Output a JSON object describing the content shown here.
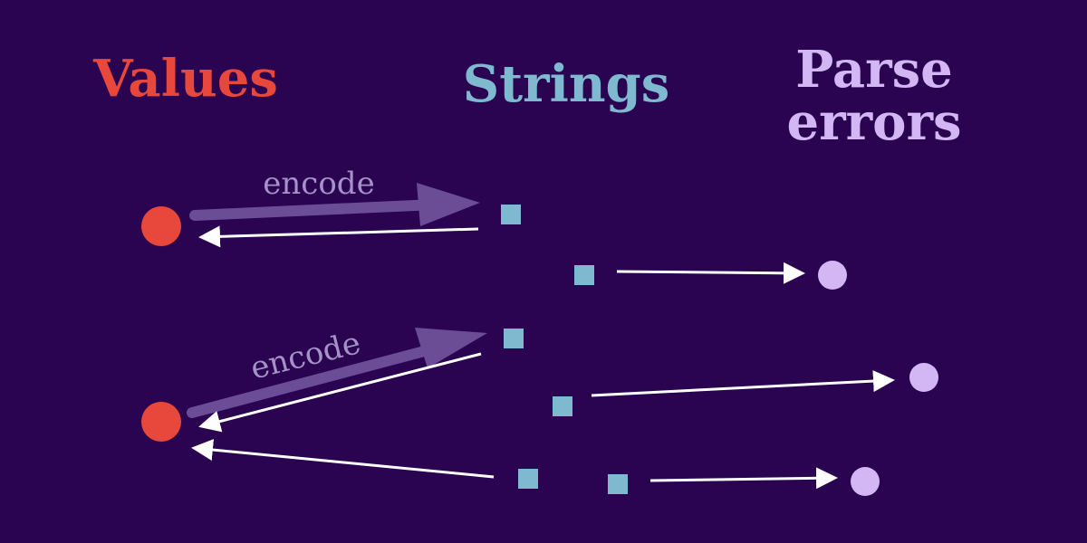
{
  "headings": {
    "values": "Values",
    "strings": "Strings",
    "parse_errors_line1": "Parse",
    "parse_errors_line2": "errors"
  },
  "arrow_labels": {
    "encode_top": "encode",
    "encode_bottom": "encode"
  },
  "colors": {
    "background": "#2a0450",
    "values": "#e8473b",
    "strings": "#7fb9cf",
    "parse_errors": "#d3b6f4",
    "encode_arrow": "#6b4d95",
    "decode_arrow": "#ffffff"
  }
}
